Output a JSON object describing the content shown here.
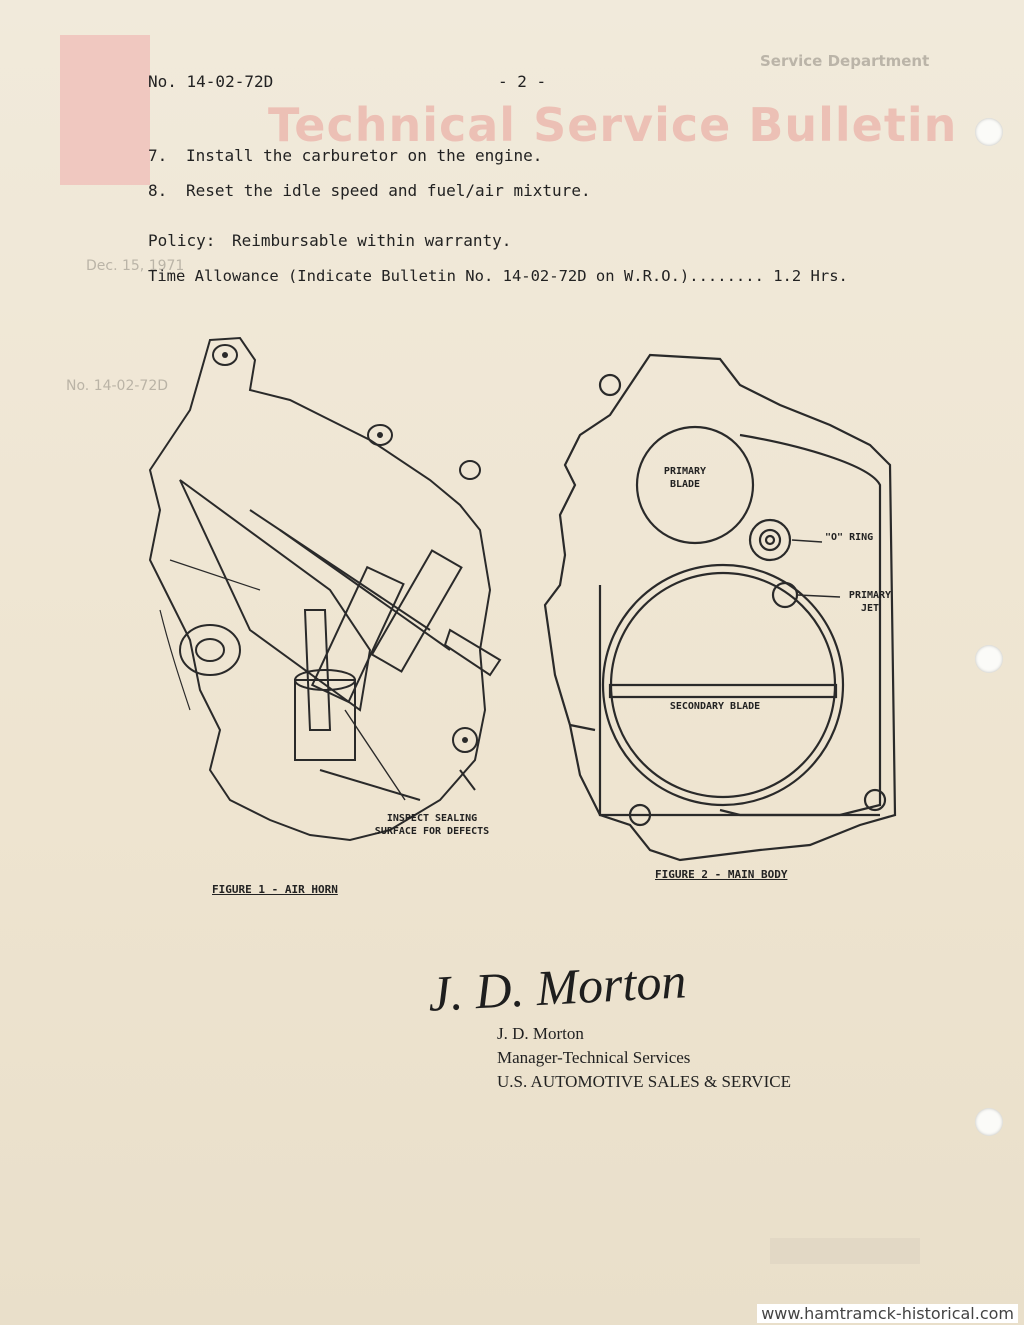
{
  "header": {
    "bulletin_number": "No. 14-02-72D",
    "page_number": "- 2 -",
    "bleed_department": "Service Department",
    "bleed_title": "Technical Service Bulletin",
    "bleed_date": "Dec. 15, 1971",
    "bleed_number": "No. 14-02-72D"
  },
  "steps": [
    {
      "num": "7.",
      "text": "Install the carburetor on the engine."
    },
    {
      "num": "8.",
      "text": "Reset the idle speed and fuel/air mixture."
    }
  ],
  "policy": {
    "label": "Policy:",
    "value": "Reimbursable within warranty."
  },
  "time_allowance": "Time Allowance (Indicate Bulletin No. 14-02-72D on W.R.O.)........ 1.2 Hrs.",
  "figure1": {
    "caption": "FIGURE 1 - AIR HORN",
    "callout": "INSPECT SEALING\nSURFACE FOR DEFECTS"
  },
  "figure2": {
    "caption": "FIGURE 2 - MAIN BODY",
    "callout_primary_blade": "PRIMARY\nBLADE",
    "callout_o_ring": "\"O\" RING",
    "callout_primary_jet": "PRIMARY\nJET",
    "callout_secondary_blade": "SECONDARY BLADE"
  },
  "signature": {
    "script": "J. D. Morton",
    "name": "J. D. Morton",
    "title": "Manager-Technical Services",
    "org": "U.S. AUTOMOTIVE SALES & SERVICE"
  },
  "footer": {
    "url": "www.hamtramck-historical.com"
  },
  "colors": {
    "paper": "#efe7d6",
    "ink": "#222222",
    "logo_red": "#e88f8a"
  }
}
